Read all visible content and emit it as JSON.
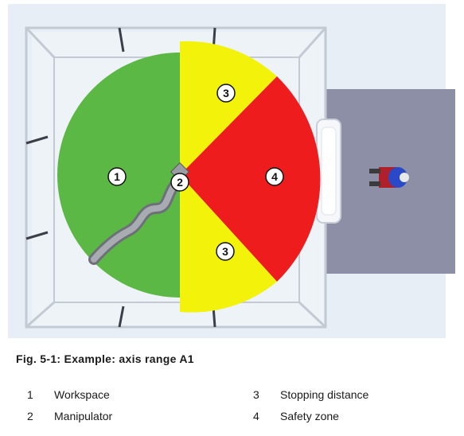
{
  "figure": {
    "markers": [
      {
        "id": "workspace",
        "number": "1"
      },
      {
        "id": "manipulator",
        "number": "2"
      },
      {
        "id": "stopping-top",
        "number": "3"
      },
      {
        "id": "safety",
        "number": "4"
      },
      {
        "id": "stopping-bottom",
        "number": "3"
      }
    ],
    "colors": {
      "workspace": "#5cb845",
      "stopping_distance": "#f2f20a",
      "safety_zone": "#ee1c1c",
      "floor": "#8c8fa6",
      "cell_floor": "#eef3f8",
      "fence": "#c3cad4"
    }
  },
  "caption": "Fig. 5-1: Example: axis range A1",
  "legend": [
    {
      "number": "1",
      "label": "Workspace"
    },
    {
      "number": "2",
      "label": "Manipulator"
    },
    {
      "number": "3",
      "label": "Stopping distance"
    },
    {
      "number": "4",
      "label": "Safety zone"
    }
  ]
}
